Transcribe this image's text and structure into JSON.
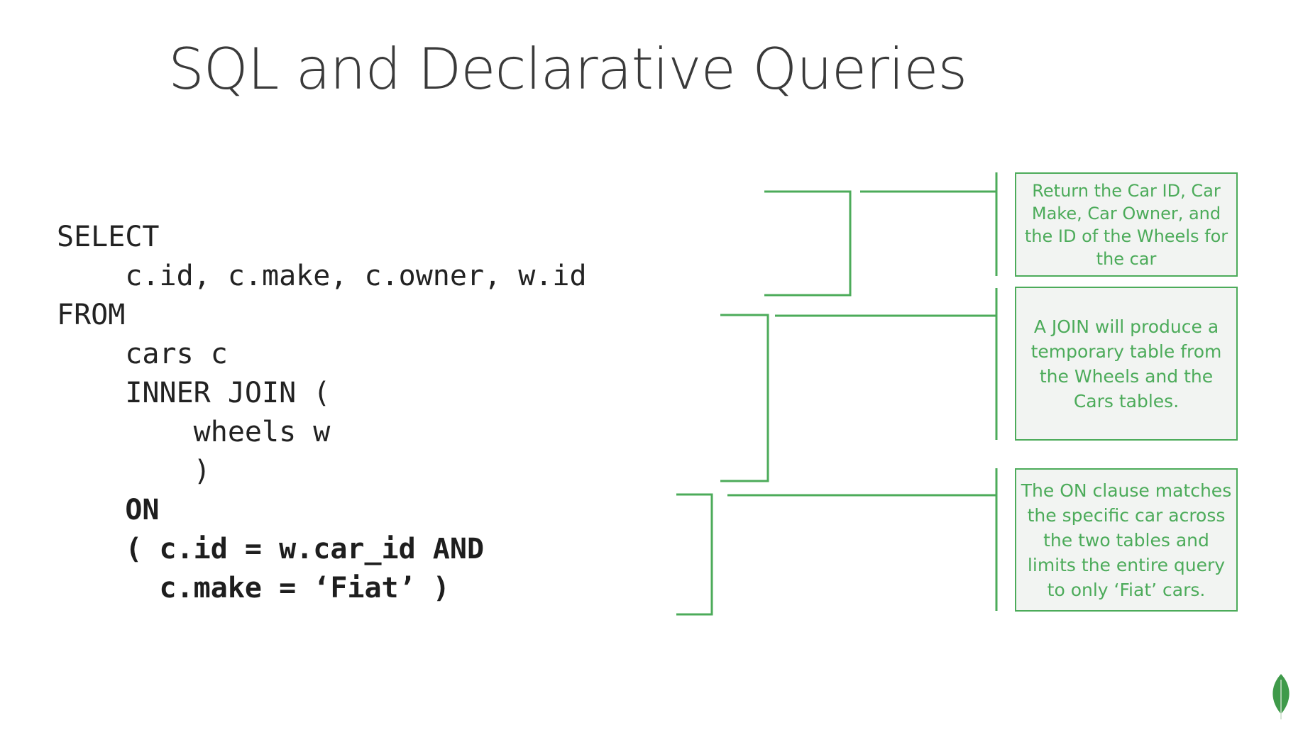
{
  "slide": {
    "title": "SQL and Declarative Queries"
  },
  "code": {
    "lines": [
      "SELECT",
      "    c.id, c.make, c.owner, w.id",
      "FROM",
      "    cars c",
      "    INNER JOIN (",
      "        wheels w",
      "        )",
      "    ON",
      "    ( c.id = w.car_id AND",
      "      c.make = ‘Fiat’ )"
    ]
  },
  "annotations": [
    {
      "text": "Return  the Car ID, Car Make, Car Owner, and the ID of the Wheels for the car"
    },
    {
      "text": "A JOIN will produce a temporary table from the Wheels and the Cars tables."
    },
    {
      "text": "The ON clause matches the specific car across the two tables and limits the entire query to only ‘Fiat’ cars."
    }
  ],
  "colors": {
    "accent": "#4cab5a",
    "note_bg": "#f2f4f2",
    "title": "#3a3a3a",
    "code": "#222222",
    "leaf": "#3f9a4a"
  },
  "logo": {
    "icon": "leaf-icon"
  }
}
